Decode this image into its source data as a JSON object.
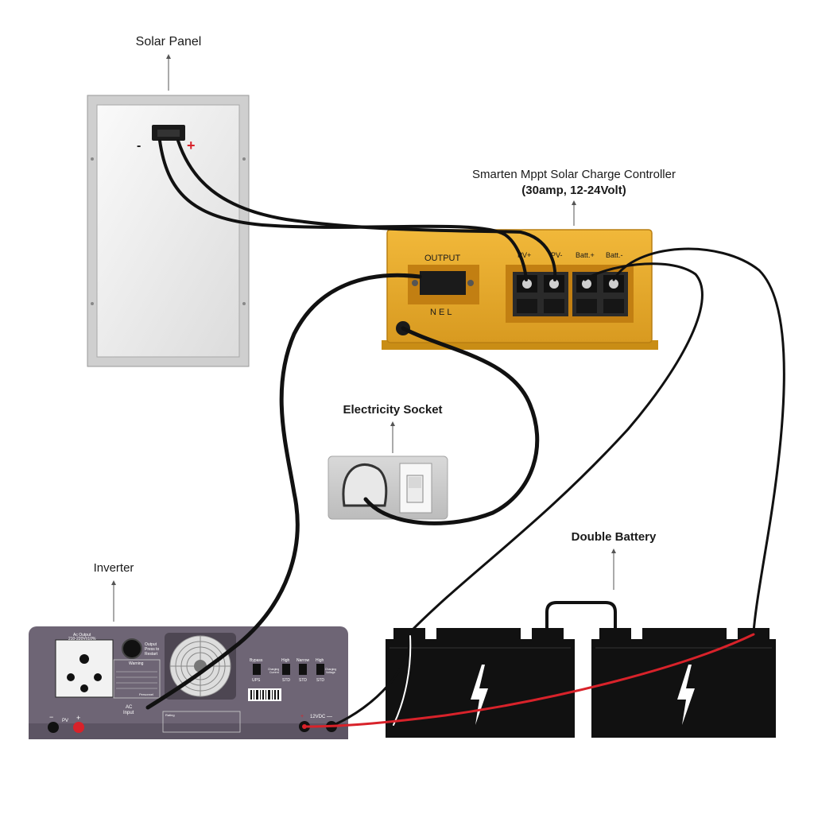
{
  "labels": {
    "solar_panel": "Solar Panel",
    "controller_line1": "Smarten Mppt Solar Charge Controller",
    "controller_line2": "(30amp, 12-24Volt)",
    "socket": "Electricity Socket",
    "battery": "Double Battery",
    "inverter": "Inverter"
  },
  "panel": {
    "minus": "-",
    "plus": "+"
  },
  "controller": {
    "output": "OUTPUT",
    "nel": "N E L",
    "pv_plus": "PV+",
    "pv_minus": "PV-",
    "batt_plus": "Batt.+",
    "batt_minus": "Batt.-"
  },
  "inverter": {
    "ac_output_1": "Ac Output",
    "ac_output_2": "210-220V±10%",
    "output_press_1": "Output",
    "output_press_2": "Press to",
    "output_press_3": "Restart",
    "warning": "Warning",
    "personnel": "Personnel",
    "ac_input_1": "AC",
    "ac_input_2": "Input",
    "bypass": "Bypass",
    "ups": "UPS",
    "high1": "High",
    "charging_current_1": "Charging",
    "charging_current_2": "Current",
    "std1": "STD",
    "narrow": "Narrow",
    "std2": "STD",
    "high2": "High",
    "charging_voltage_1": "Charging",
    "charging_voltage_2": "Voltage",
    "std3": "STD",
    "pv": "PV",
    "pv_minus": "−",
    "pv_plus": "+",
    "dc": "12VDC",
    "dc_plus": "+",
    "dc_minus": "—",
    "rating": "Rating"
  },
  "colors": {
    "controller": "#e5a82a",
    "controller_dark": "#b97f12",
    "inverter": "#6e6575",
    "panel_frame": "#d4d4d4",
    "battery": "#111111",
    "wire_red": "#d8222a",
    "wire_black": "#111111"
  }
}
